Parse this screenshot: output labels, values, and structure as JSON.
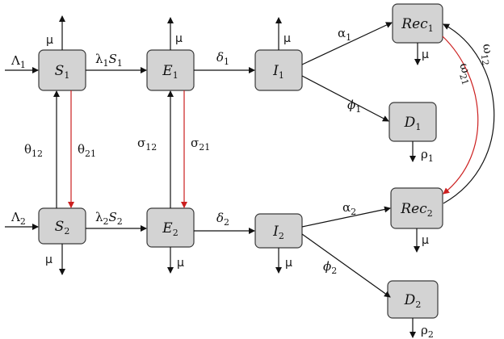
{
  "nodes": {
    "S1": {
      "base": "S",
      "sub": "1"
    },
    "E1": {
      "base": "E",
      "sub": "1"
    },
    "I1": {
      "base": "I",
      "sub": "1"
    },
    "Rec1": {
      "base": "Rec",
      "sub": "1"
    },
    "D1": {
      "base": "D",
      "sub": "1"
    },
    "S2": {
      "base": "S",
      "sub": "2"
    },
    "E2": {
      "base": "E",
      "sub": "2"
    },
    "I2": {
      "base": "I",
      "sub": "2"
    },
    "Rec2": {
      "base": "Rec",
      "sub": "2"
    },
    "D2": {
      "base": "D",
      "sub": "2"
    }
  },
  "labels": {
    "lambda1": {
      "base": "Λ",
      "sub": "1"
    },
    "lambda2": {
      "base": "Λ",
      "sub": "2"
    },
    "infection1": {
      "base": "λ",
      "sub": "1",
      "tail": "S",
      "tail_sub": "1"
    },
    "infection2": {
      "base": "λ",
      "sub": "2",
      "tail": "S",
      "tail_sub": "2"
    },
    "delta1": {
      "base": "δ",
      "sub": "1"
    },
    "delta2": {
      "base": "δ",
      "sub": "2"
    },
    "alpha1": {
      "base": "α",
      "sub": "1"
    },
    "alpha2": {
      "base": "α",
      "sub": "2"
    },
    "phi1": {
      "base": "ϕ",
      "sub": "1"
    },
    "phi2": {
      "base": "ϕ",
      "sub": "2"
    },
    "theta12": {
      "base": "θ",
      "sub": "12"
    },
    "theta21": {
      "base": "θ",
      "sub": "21"
    },
    "sigma12": {
      "base": "σ",
      "sub": "12"
    },
    "sigma21": {
      "base": "σ",
      "sub": "21"
    },
    "omega12": {
      "base": "ω",
      "sub": "12"
    },
    "omega21": {
      "base": "ω",
      "sub": "21"
    },
    "rho1": {
      "base": "ρ",
      "sub": "1"
    },
    "rho2": {
      "base": "ρ",
      "sub": "2"
    },
    "mu": "μ"
  },
  "colors": {
    "box_fill": "#d3d3d3",
    "arrow": "#111111",
    "cross_arrow": "#cc1f1f"
  }
}
